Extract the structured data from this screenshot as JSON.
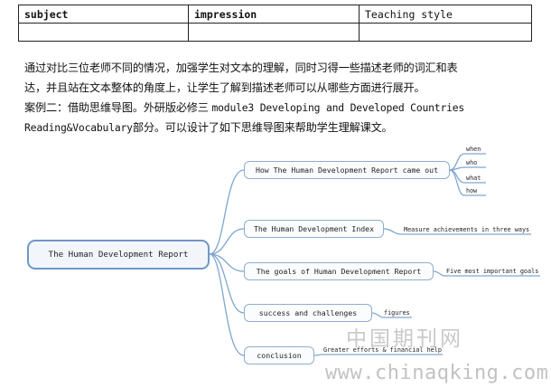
{
  "table": {
    "headers": [
      "subject",
      "impression",
      "Teaching style"
    ]
  },
  "paragraph": {
    "line1": "通过对比三位老师不同的情况，加强学生对文本的理解，同时习得一些描述老师的词汇和表",
    "line2": "达，并且站在文本整体的角度上，让学生了解到描述老师可以从哪些方面进行展开。",
    "line3_cn": "案例二：借助思维导图。外研版必修三 ",
    "line3_en": "module3 Developing and Developed Countries",
    "line4_en": "Reading&Vocabulary",
    "line4_cn": "部分。可以设计了如下思维导图来帮助学生理解课文。"
  },
  "mindmap": {
    "root": "The Human Development Report",
    "branches": [
      {
        "label": "How The Human Development Report came out",
        "leaves": [
          "when",
          "who",
          "what",
          "how"
        ]
      },
      {
        "label": "The Human Development Index",
        "leaves": [
          "Measure achievements in three ways"
        ]
      },
      {
        "label": "The goals of Human Development Report",
        "leaves": [
          "Five most important goals"
        ]
      },
      {
        "label": "success and challenges",
        "leaves": [
          "figures"
        ]
      },
      {
        "label": "conclusion",
        "leaves": [
          "Greater efforts & financial help"
        ]
      }
    ]
  },
  "watermark": {
    "cn": "中国期刊网",
    "url": "www.chinaqking.com"
  }
}
